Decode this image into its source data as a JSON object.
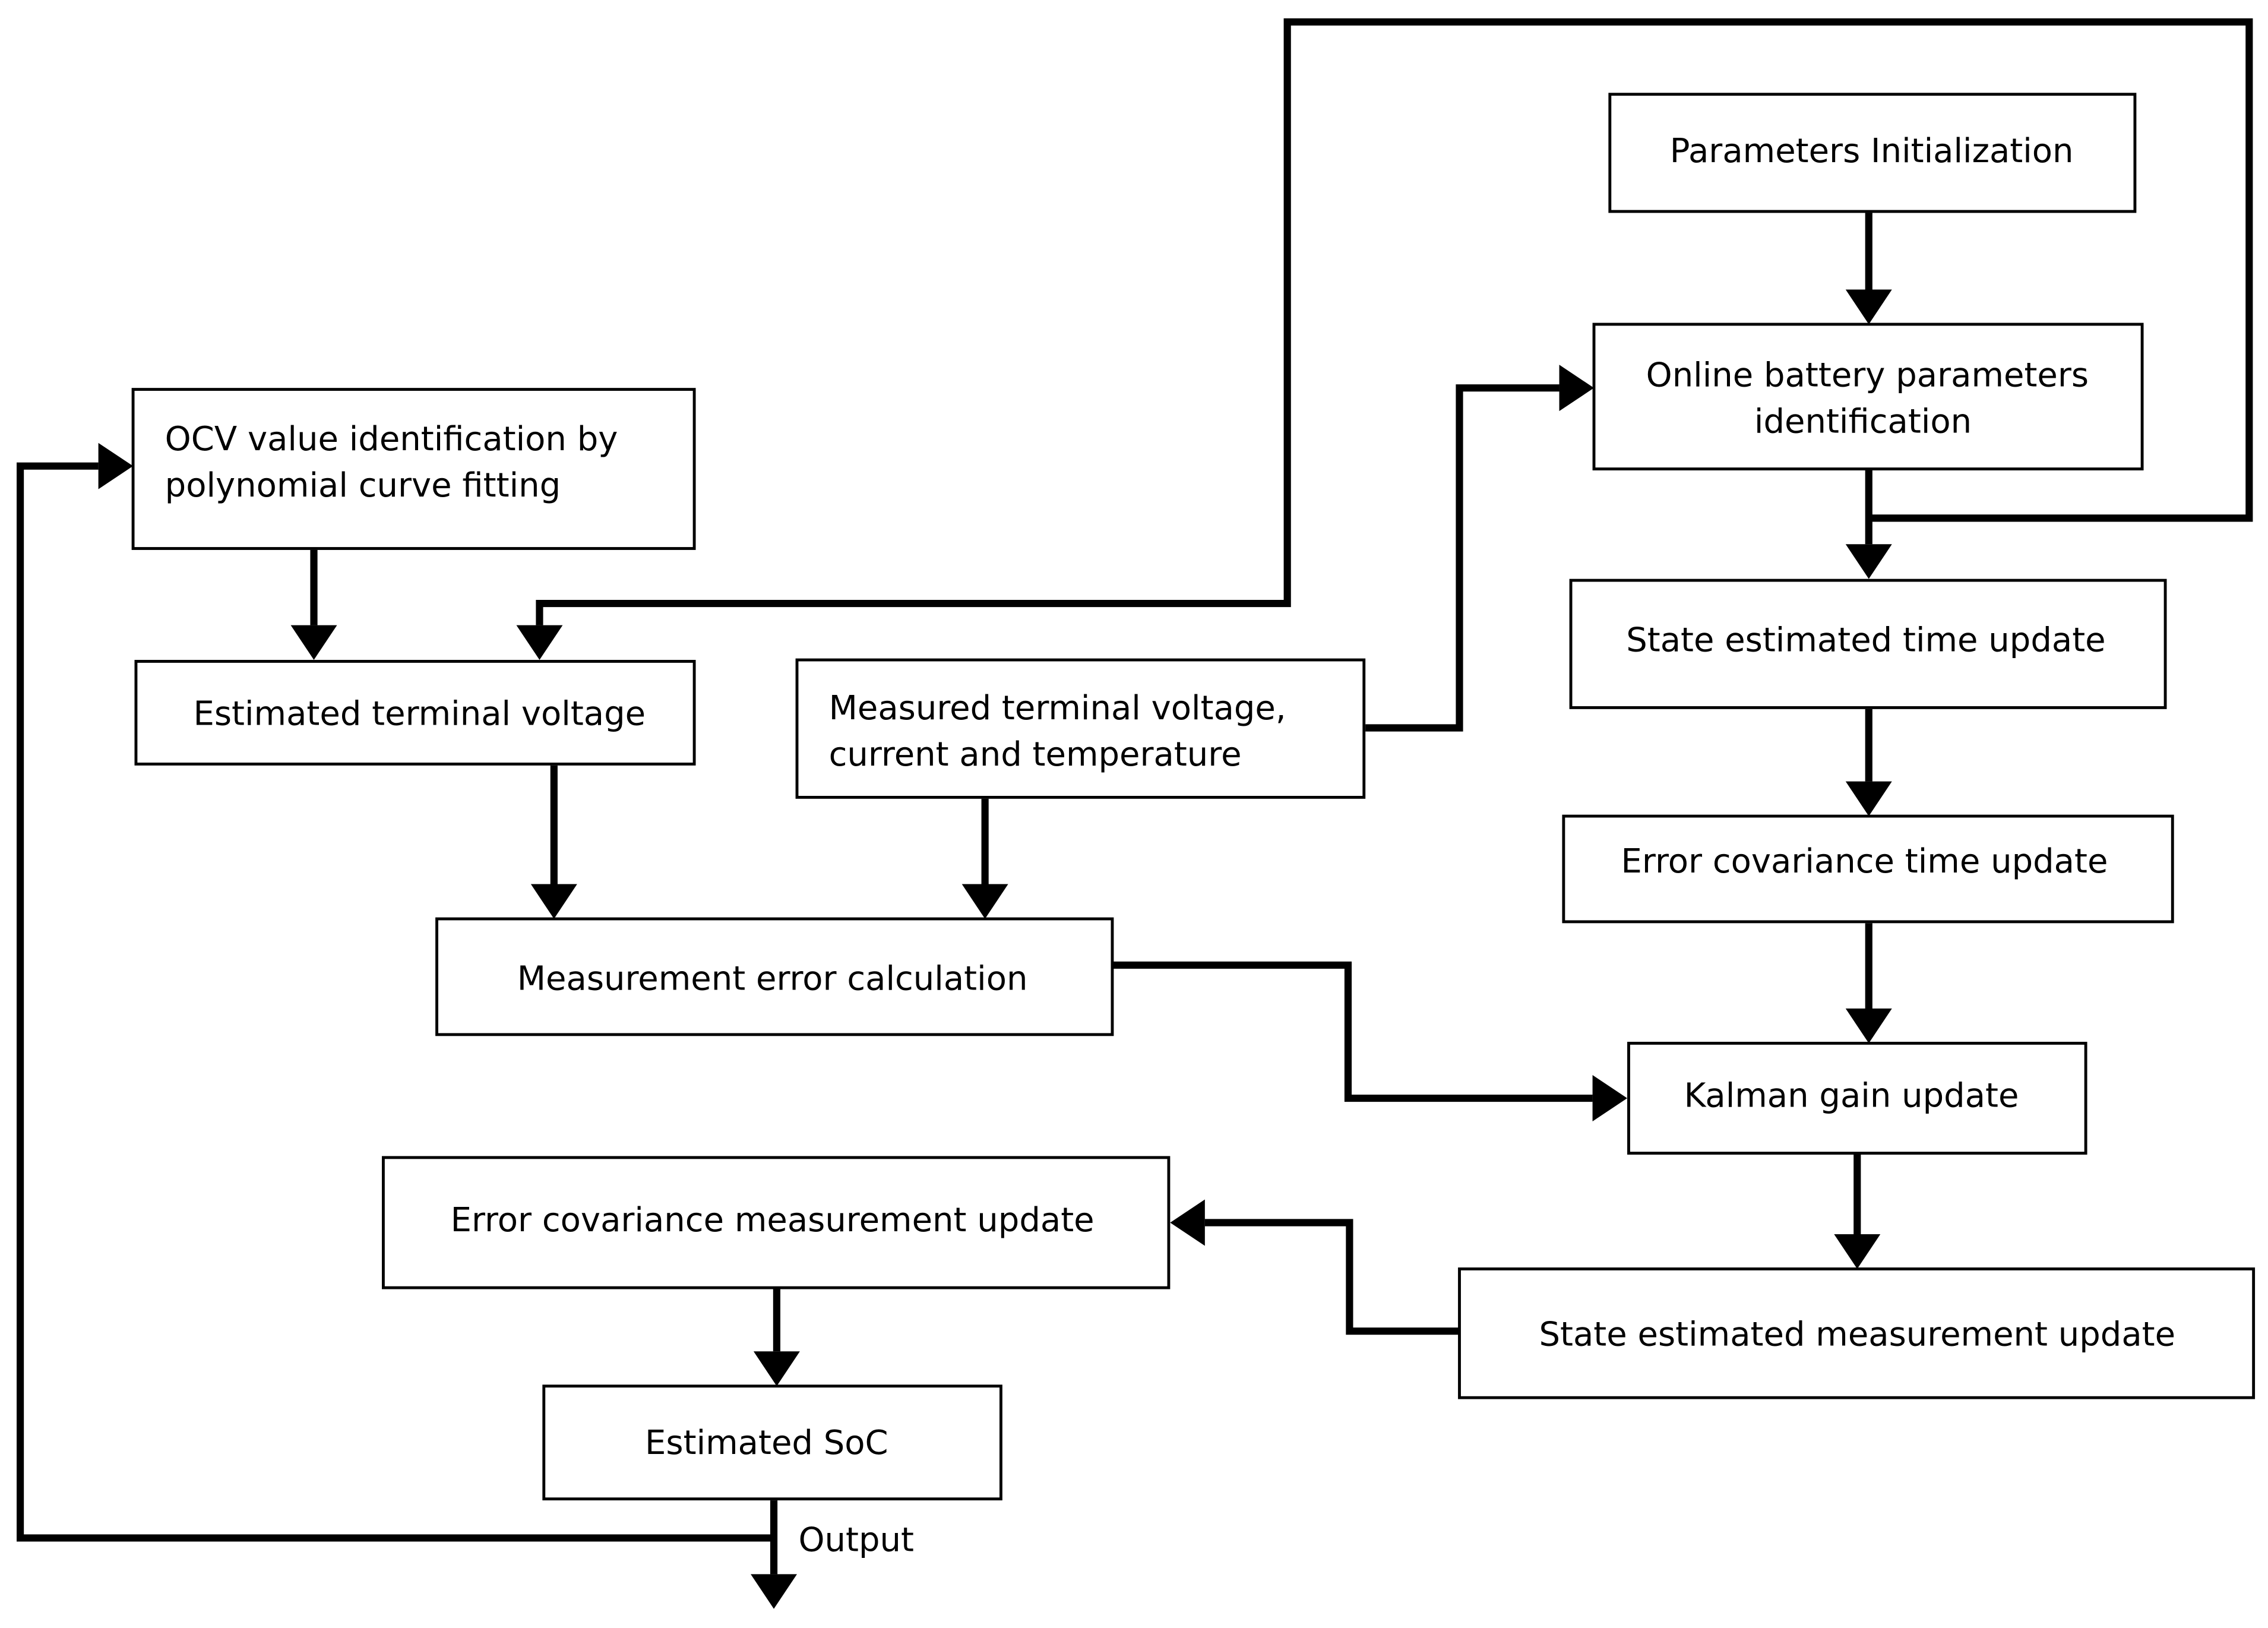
{
  "diagram": {
    "boxes": {
      "params_init": "Parameters Initialization",
      "online_id_l1": "Online battery parameters",
      "online_id_l2": "identification",
      "ocv_l1": "OCV value identification by",
      "ocv_l2": "polynomial curve fitting",
      "state_time": "State estimated time update",
      "est_voltage": "Estimated terminal voltage",
      "measured_l1": "Measured terminal voltage,",
      "measured_l2": "current and temperature",
      "err_cov_time": "Error covariance time update",
      "meas_error": "Measurement error calculation",
      "kalman": "Kalman gain update",
      "err_cov_meas": "Error covariance measurement update",
      "state_meas": "State estimated measurement update",
      "soc": "Estimated SoC"
    },
    "output_label": "Output"
  },
  "colors": {
    "stroke": "#000000",
    "background": "#ffffff"
  }
}
